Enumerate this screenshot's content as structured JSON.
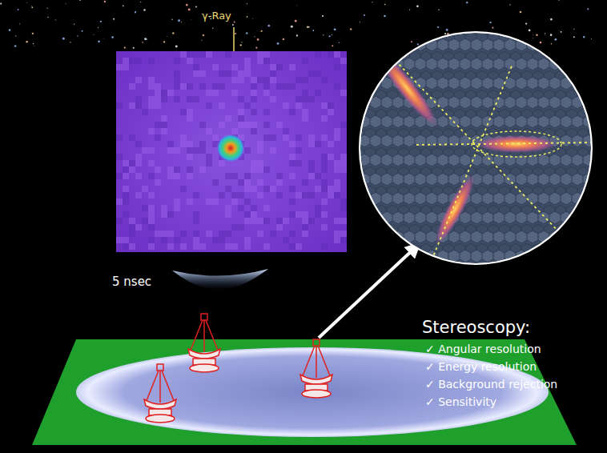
{
  "diagram": {
    "labels": [
      "γ-Ray",
      "5 nsec",
      "Stereoscopy:",
      "✓ Angular resolution",
      "✓ Energy resolution",
      "✓ Background rejection",
      "✓ Sensitivity"
    ]
  }
}
